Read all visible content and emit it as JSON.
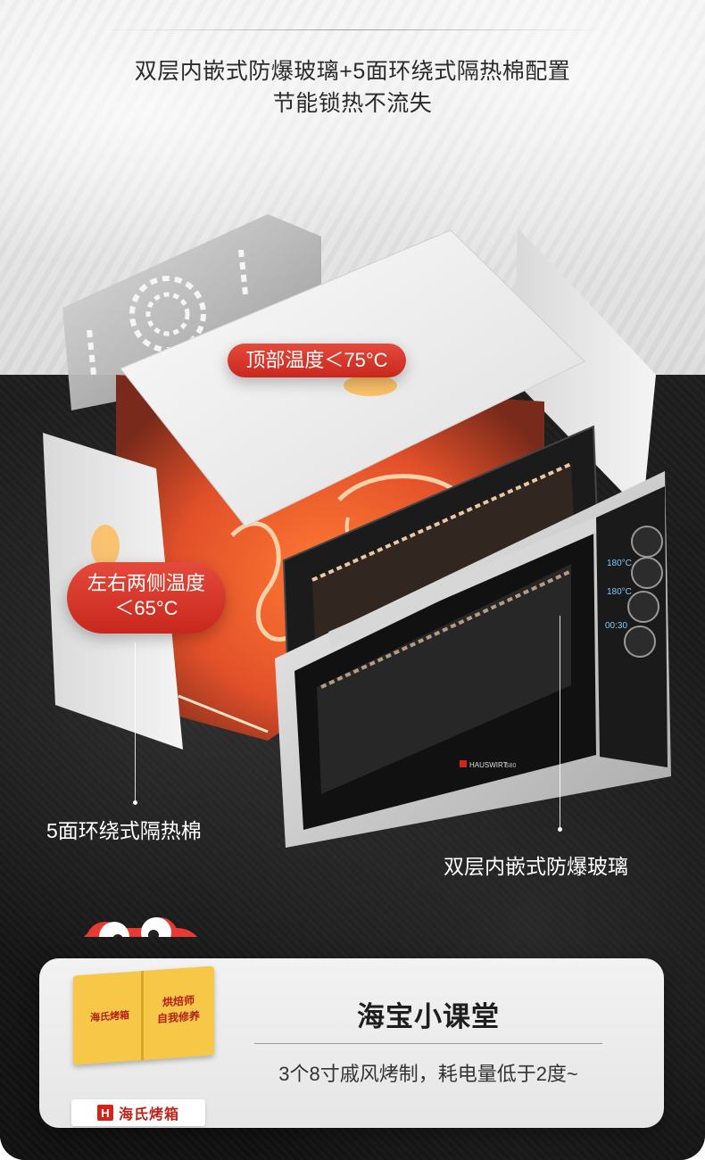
{
  "header": {
    "line1": "双层内嵌式防爆玻璃+5面环绕式隔热棉配置",
    "line2": "节能锁热不流失"
  },
  "callouts": {
    "top_temp": "顶部温度＜75°C",
    "side_temp_line1": "左右两侧温度",
    "side_temp_line2": "＜65°C",
    "insulation": "5面环绕式隔热棉",
    "glass": "双层内嵌式防爆玻璃"
  },
  "oven": {
    "brand": "HAUSWIRT",
    "model": "S80",
    "display_1": "180°C",
    "display_2": "180°C",
    "display_3": "00:30"
  },
  "mascot": {
    "book_left": "海氏烤箱",
    "book_right_line1": "烘焙师",
    "book_right_line2": "自我修养"
  },
  "card": {
    "title": "海宝小课堂",
    "text": "3个8寸戚风烤制，耗电量低于2度~"
  },
  "brand_tag": {
    "icon_letter": "H",
    "name": "海氏烤箱"
  },
  "colors": {
    "accent_red": "#d3231b",
    "heat_orange": "#ff6a2a"
  }
}
